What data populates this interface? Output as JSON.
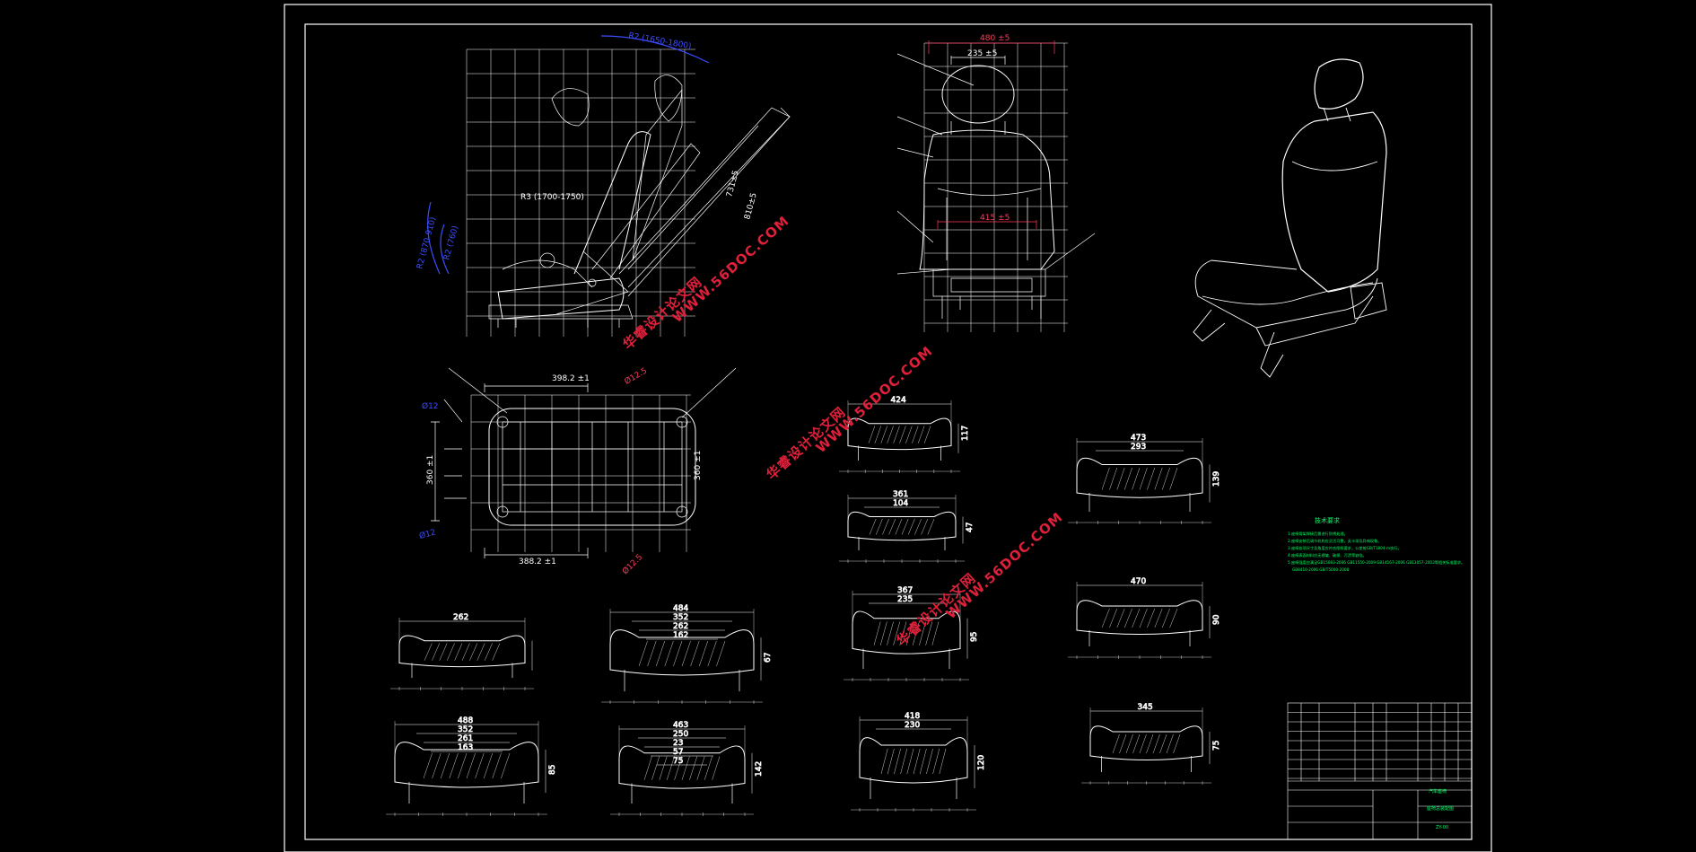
{
  "dimensions": {
    "side_view": [
      "R2 (1650-1800)",
      "R2 (870-910)",
      "R2 (760)",
      "R3 (1700-1750)",
      "731±5",
      "810±5"
    ],
    "front_view": [
      "480 ±5",
      "235 ±5",
      "415 ±5"
    ],
    "top_view": [
      "398.2 ±1",
      "388.2 ±1",
      "360 ±1",
      "360 ±1",
      "Ø12.5",
      "Ø12.5",
      "Ø12",
      "Ø12"
    ],
    "section_1": [
      "424",
      "117"
    ],
    "section_2": [
      "361",
      "104",
      "47"
    ],
    "section_3": [
      "367",
      "235",
      "95"
    ],
    "section_4": [
      "418",
      "230",
      "120"
    ],
    "section_5": [
      "473",
      "293",
      "139"
    ],
    "section_6": [
      "470",
      "90"
    ],
    "section_7": [
      "345",
      "75"
    ],
    "section_8": [
      "262"
    ],
    "section_9": [
      "484",
      "352",
      "262",
      "162",
      "67"
    ],
    "section_10": [
      "488",
      "352",
      "261",
      "163",
      "85"
    ],
    "section_11": [
      "463",
      "250",
      "23",
      "57",
      "75",
      "142"
    ]
  },
  "watermarks": [
    "华睿设计论文网",
    "WWW.56DOC.COM"
  ],
  "notes": {
    "title": "技术要求",
    "lines": [
      "1.座椅骨架焊接后需进行防锈处理。",
      "2.座椅安装后调节机构应灵活可靠，无卡滞及异响现象。",
      "3.座椅各项尺寸及角度应符合图纸要求，公差按GB/T1804-m执行。",
      "4.座椅表面材料应无褶皱、破损、污渍等缺陷。",
      "5.座椅强度应满足GB15083-2006 GB11550-2009 GB14167-2006 GB13057-2003等相关标准要求。",
      "GB8410-2006 GB/T5000-2008"
    ]
  },
  "title_block": {
    "school": "汽车座椅",
    "drawing_name": "座椅总装配图",
    "number": "ZY-00"
  },
  "colors": {
    "background": "#000000",
    "lines": "#ffffff",
    "blue_dims": "#3b4dff",
    "red_dims": "#ff3b5c",
    "watermark": "#e0203a",
    "notes": "#00ff66"
  }
}
